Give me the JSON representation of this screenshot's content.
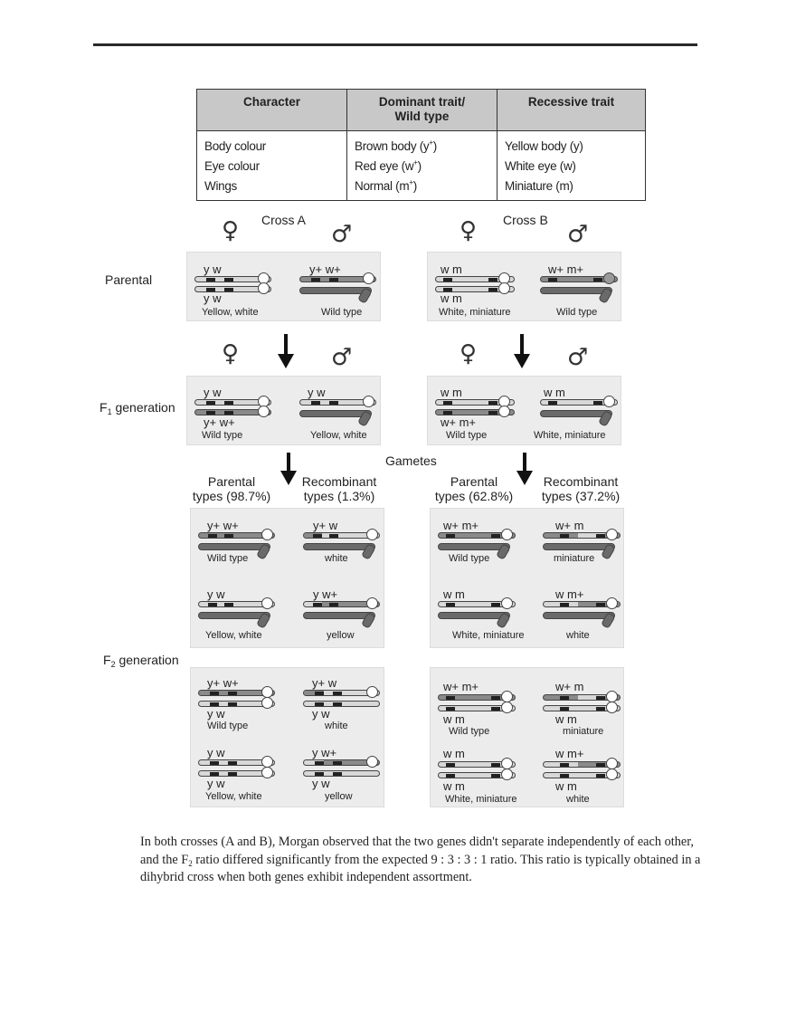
{
  "table": {
    "headers": [
      "Character",
      "Dominant trait/ Wild type",
      "Recessive trait"
    ],
    "header_lines": [
      [
        "Character"
      ],
      [
        "Dominant trait/",
        "Wild type"
      ],
      [
        "Recessive trait"
      ]
    ],
    "rows": [
      {
        "character": "Body colour",
        "dominant": "Brown body (y",
        "dominant_sup": "+",
        "dominant_end": ")",
        "recessive": "Yellow body (y)"
      },
      {
        "character": "Eye colour",
        "dominant": "Red eye (w",
        "dominant_sup": "+",
        "dominant_end": ")",
        "recessive": "White eye (w)"
      },
      {
        "character": "Wings",
        "dominant": "Normal (m",
        "dominant_sup": "+",
        "dominant_end": ")",
        "recessive": "Miniature (m)"
      }
    ]
  },
  "figure": {
    "crosses": [
      {
        "title": "Cross A",
        "female_symbol": "♀",
        "male_symbol": "♂"
      },
      {
        "title": "Cross B",
        "female_symbol": "♀",
        "male_symbol": "♂"
      }
    ],
    "row_labels": {
      "parental": "Parental",
      "f1_prefix": "F",
      "f1_sub": "1",
      "f1_suffix": " generation",
      "f2_prefix": "F",
      "f2_sub": "2",
      "f2_suffix": " generation",
      "gametes": "Gametes"
    },
    "cross_a": {
      "parental": {
        "female_caption": "Yellow, white",
        "male_caption": "Wild type",
        "female_top": "y  w",
        "female_bottom": "y  w",
        "male_top": "y+ w+"
      },
      "f1": {
        "female_caption": "Wild type",
        "male_caption": "Yellow, white",
        "female_top": "y  w",
        "female_bottom": "y+ w+",
        "male_top": "y  w"
      },
      "gamete_heads": {
        "parental": [
          "Parental",
          "types (98.7%)"
        ],
        "recombinant": [
          "Recombinant",
          "types (1.3%)"
        ]
      },
      "gametes": [
        {
          "genes": "y+ w+",
          "caption": "Wild type"
        },
        {
          "genes": "y+ w",
          "caption": "white"
        },
        {
          "genes": "y  w",
          "caption": "Yellow, white"
        },
        {
          "genes": "y  w+",
          "caption": "yellow"
        }
      ],
      "f2": [
        {
          "top": "y+ w+",
          "bottom": "y  w",
          "caption": "Wild type"
        },
        {
          "top": "y+ w",
          "bottom": "y  w",
          "caption": "white"
        },
        {
          "top": "y  w",
          "bottom": "y  w",
          "caption": "Yellow, white"
        },
        {
          "top": "y  w+",
          "bottom": "y  w",
          "caption": "yellow"
        }
      ]
    },
    "cross_b": {
      "parental": {
        "female_caption": "White, miniature",
        "male_caption": "Wild type",
        "female_top": "w  m",
        "female_bottom": "w  m",
        "male_top": "w+ m+"
      },
      "f1": {
        "female_caption": "Wild type",
        "male_caption": "White, miniature",
        "female_top": "w  m",
        "female_bottom": "w+ m+",
        "male_top": "w  m"
      },
      "gamete_heads": {
        "parental": [
          "Parental",
          "types (62.8%)"
        ],
        "recombinant": [
          "Recombinant",
          "types (37.2%)"
        ]
      },
      "gametes": [
        {
          "genes": "w+ m+",
          "caption": "Wild type"
        },
        {
          "genes": "w+ m",
          "caption": "miniature"
        },
        {
          "genes": "w  m",
          "caption": "White, miniature"
        },
        {
          "genes": "w  m+",
          "caption": "white"
        }
      ],
      "f2": [
        {
          "top": "w+ m+",
          "bottom": "w  m",
          "caption": "Wild type"
        },
        {
          "top": "w+ m",
          "bottom": "w  m",
          "caption": "miniature"
        },
        {
          "top": "w  m",
          "bottom": "w  m",
          "caption": "White, miniature"
        },
        {
          "top": "w  m+",
          "bottom": "w  m",
          "caption": "white"
        }
      ]
    }
  },
  "paragraph": {
    "part1": "In both crosses (A and B), Morgan observed that the two genes didn't separate independently of each other, and the F",
    "sub": "2",
    "part2": " ratio differed significantly from the expected 9 : 3 : 3 : 1 ratio. This ratio is typically obtained in a dihybrid cross when both genes exhibit independent assortment."
  }
}
